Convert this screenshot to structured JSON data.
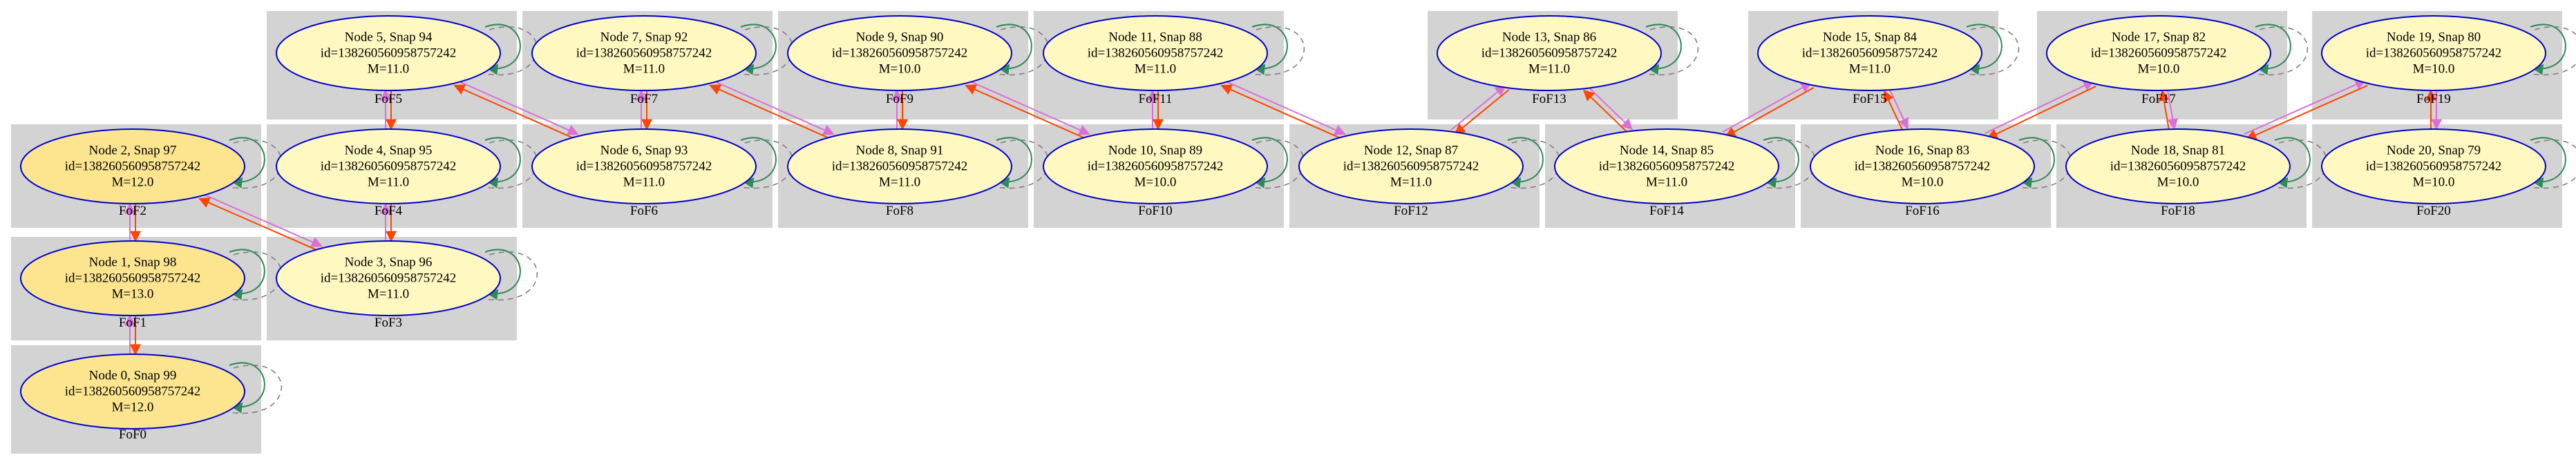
{
  "colors": {
    "box_fill": "#d3d3d3",
    "node_stroke": "#0000cd",
    "node_fill_light": "#fff8c0",
    "node_fill_dark": "#fde58f",
    "edge_progenitor": "#ff4500",
    "edge_descendant": "#da70d6",
    "self_loop_solid": "#2e8b57",
    "self_loop_dashed": "#808080"
  },
  "groups": [
    {
      "label": "FoF0"
    },
    {
      "label": "FoF1"
    },
    {
      "label": "FoF2"
    },
    {
      "label": "FoF3"
    },
    {
      "label": "FoF4"
    },
    {
      "label": "FoF5"
    },
    {
      "label": "FoF6"
    },
    {
      "label": "FoF7"
    },
    {
      "label": "FoF8"
    },
    {
      "label": "FoF9"
    },
    {
      "label": "FoF10"
    },
    {
      "label": "FoF11"
    },
    {
      "label": "FoF12"
    },
    {
      "label": "FoF13"
    },
    {
      "label": "FoF14"
    },
    {
      "label": "FoF15"
    },
    {
      "label": "FoF16"
    },
    {
      "label": "FoF17"
    },
    {
      "label": "FoF18"
    },
    {
      "label": "FoF19"
    },
    {
      "label": "FoF20"
    }
  ],
  "nodes": [
    {
      "title": "Node 0, Snap 99",
      "id": "id=138260560958757242",
      "mass": "M=12.0"
    },
    {
      "title": "Node 1, Snap 98",
      "id": "id=138260560958757242",
      "mass": "M=13.0"
    },
    {
      "title": "Node 2, Snap 97",
      "id": "id=138260560958757242",
      "mass": "M=12.0"
    },
    {
      "title": "Node 3, Snap 96",
      "id": "id=138260560958757242",
      "mass": "M=11.0"
    },
    {
      "title": "Node 4, Snap 95",
      "id": "id=138260560958757242",
      "mass": "M=11.0"
    },
    {
      "title": "Node 5, Snap 94",
      "id": "id=138260560958757242",
      "mass": "M=11.0"
    },
    {
      "title": "Node 6, Snap 93",
      "id": "id=138260560958757242",
      "mass": "M=11.0"
    },
    {
      "title": "Node 7, Snap 92",
      "id": "id=138260560958757242",
      "mass": "M=11.0"
    },
    {
      "title": "Node 8, Snap 91",
      "id": "id=138260560958757242",
      "mass": "M=11.0"
    },
    {
      "title": "Node 9, Snap 90",
      "id": "id=138260560958757242",
      "mass": "M=10.0"
    },
    {
      "title": "Node 10, Snap 89",
      "id": "id=138260560958757242",
      "mass": "M=10.0"
    },
    {
      "title": "Node 11, Snap 88",
      "id": "id=138260560958757242",
      "mass": "M=11.0"
    },
    {
      "title": "Node 12, Snap 87",
      "id": "id=138260560958757242",
      "mass": "M=11.0"
    },
    {
      "title": "Node 13, Snap 86",
      "id": "id=138260560958757242",
      "mass": "M=11.0"
    },
    {
      "title": "Node 14, Snap 85",
      "id": "id=138260560958757242",
      "mass": "M=11.0"
    },
    {
      "title": "Node 15, Snap 84",
      "id": "id=138260560958757242",
      "mass": "M=11.0"
    },
    {
      "title": "Node 16, Snap 83",
      "id": "id=138260560958757242",
      "mass": "M=10.0"
    },
    {
      "title": "Node 17, Snap 82",
      "id": "id=138260560958757242",
      "mass": "M=10.0"
    },
    {
      "title": "Node 18, Snap 81",
      "id": "id=138260560958757242",
      "mass": "M=10.0"
    },
    {
      "title": "Node 19, Snap 80",
      "id": "id=138260560958757242",
      "mass": "M=10.0"
    },
    {
      "title": "Node 20, Snap 79",
      "id": "id=138260560958757242",
      "mass": "M=10.0"
    }
  ]
}
